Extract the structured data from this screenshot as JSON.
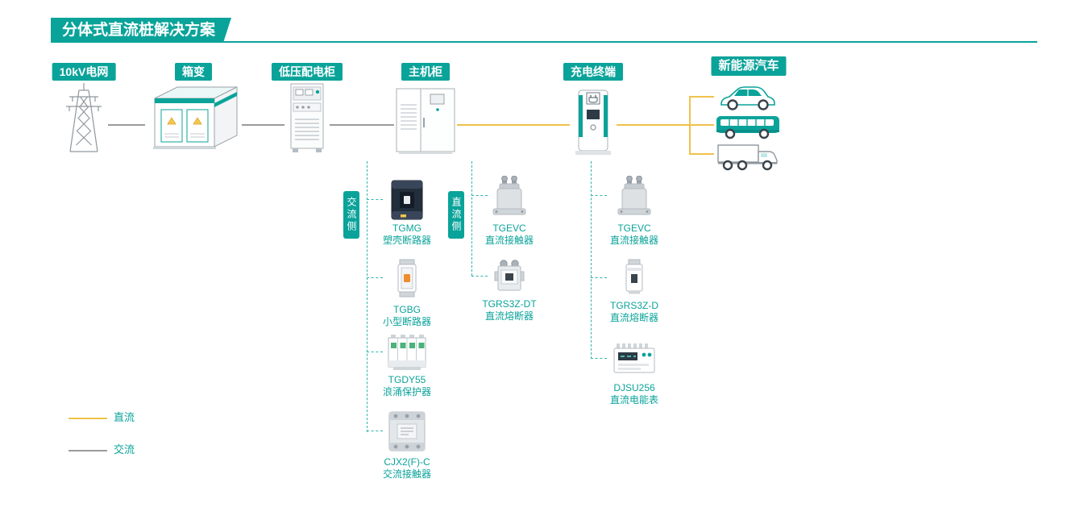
{
  "title": "分体式直流桩解决方案",
  "nodes": {
    "grid": "10kV电网",
    "transformer": "箱变",
    "lv_cabinet": "低压配电柜",
    "main_cabinet": "主机柜",
    "charge_terminal": "充电终端",
    "vehicles": "新能源汽车"
  },
  "sides": {
    "ac": "交流侧",
    "dc": "直流侧"
  },
  "products": {
    "main_ac": [
      {
        "model": "TGMG",
        "desc": "塑壳断路器"
      },
      {
        "model": "TGBG",
        "desc": "小型断路器"
      },
      {
        "model": "TGDY55",
        "desc": "浪涌保护器"
      },
      {
        "model": "CJX2(F)-C",
        "desc": "交流接触器"
      }
    ],
    "main_dc": [
      {
        "model": "TGEVC",
        "desc": "直流接触器"
      },
      {
        "model": "TGRS3Z-DT",
        "desc": "直流熔断器"
      }
    ],
    "terminal_dc": [
      {
        "model": "TGEVC",
        "desc": "直流接触器"
      },
      {
        "model": "TGRS3Z-D",
        "desc": "直流熔断器"
      },
      {
        "model": "DJSU256",
        "desc": "直流电能表"
      }
    ]
  },
  "legend": {
    "dc": "直流",
    "ac": "交流"
  },
  "colors": {
    "teal": "#0aa39a",
    "dc_yellow": "#f0c24b",
    "ac_gray": "#9b9b9b"
  }
}
